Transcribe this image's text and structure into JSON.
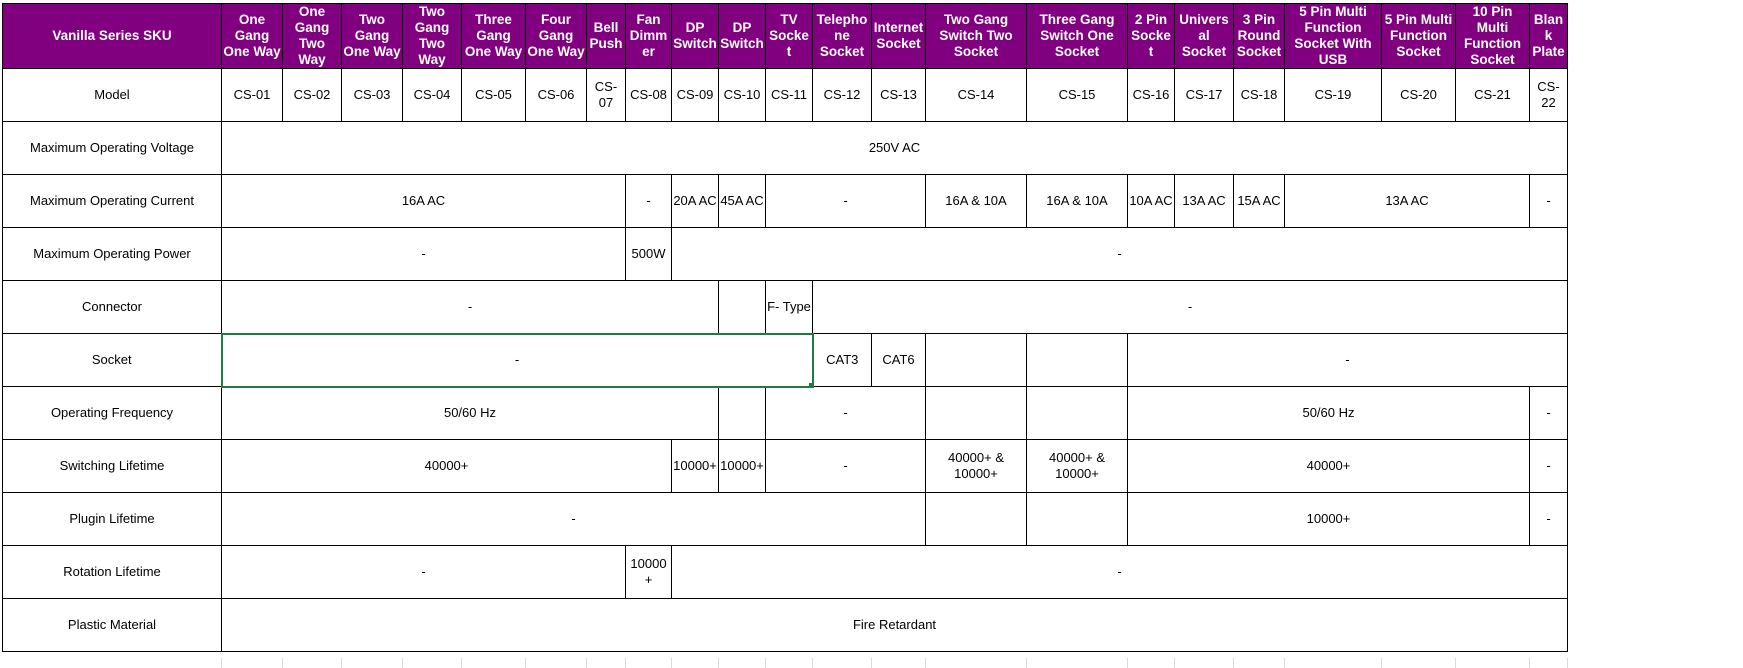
{
  "header": {
    "corner": "Vanilla Series SKU",
    "columns": [
      "One Gang One Way",
      "One Gang Two Way",
      "Two Gang One Way",
      "Two Gang Two Way",
      "Three Gang One Way",
      "Four Gang One Way",
      "Bell Push",
      "Fan Dimmer",
      "DP Switch",
      "DP Switch",
      "TV Socket",
      "Telephone Socket",
      "Internet Socket",
      "Two Gang Switch Two Socket",
      "Three Gang Switch One Socket",
      "2 Pin Socket",
      "Universal Socket",
      "3 Pin Round Socket",
      "5 Pin Multi Function Socket With USB",
      "5 Pin Multi Function Socket",
      "10 Pin Multi Function Socket",
      "Blank Plate"
    ]
  },
  "rows": [
    {
      "label": "Model",
      "cells": [
        {
          "text": "CS-01",
          "span": 1
        },
        {
          "text": "CS-02",
          "span": 1
        },
        {
          "text": "CS-03",
          "span": 1
        },
        {
          "text": "CS-04",
          "span": 1
        },
        {
          "text": "CS-05",
          "span": 1
        },
        {
          "text": "CS-06",
          "span": 1
        },
        {
          "text": "CS-07",
          "span": 1
        },
        {
          "text": "CS-08",
          "span": 1
        },
        {
          "text": "CS-09",
          "span": 1
        },
        {
          "text": "CS-10",
          "span": 1
        },
        {
          "text": "CS-11",
          "span": 1
        },
        {
          "text": "CS-12",
          "span": 1
        },
        {
          "text": "CS-13",
          "span": 1
        },
        {
          "text": "CS-14",
          "span": 1
        },
        {
          "text": "CS-15",
          "span": 1
        },
        {
          "text": "CS-16",
          "span": 1
        },
        {
          "text": "CS-17",
          "span": 1
        },
        {
          "text": "CS-18",
          "span": 1
        },
        {
          "text": "CS-19",
          "span": 1
        },
        {
          "text": "CS-20",
          "span": 1
        },
        {
          "text": "CS-21",
          "span": 1
        },
        {
          "text": "CS-22",
          "span": 1
        }
      ]
    },
    {
      "label": "Maximum Operating Voltage",
      "cells": [
        {
          "text": "250V AC",
          "span": 22
        }
      ]
    },
    {
      "label": "Maximum Operating Current",
      "cells": [
        {
          "text": "16A AC",
          "span": 7
        },
        {
          "text": "-",
          "span": 1
        },
        {
          "text": "20A AC",
          "span": 1
        },
        {
          "text": "45A AC",
          "span": 1
        },
        {
          "text": "-",
          "span": 3
        },
        {
          "text": "16A & 10A",
          "span": 1
        },
        {
          "text": "16A & 10A",
          "span": 1
        },
        {
          "text": "10A AC",
          "span": 1
        },
        {
          "text": "13A AC",
          "span": 1
        },
        {
          "text": "15A AC",
          "span": 1
        },
        {
          "text": "13A AC",
          "span": 3
        },
        {
          "text": "-",
          "span": 1
        }
      ]
    },
    {
      "label": "Maximum Operating Power",
      "cells": [
        {
          "text": "-",
          "span": 7
        },
        {
          "text": "500W",
          "span": 1
        },
        {
          "text": "-",
          "span": 14
        }
      ]
    },
    {
      "label": "Connector",
      "cells": [
        {
          "text": "-",
          "span": 9
        },
        {
          "text": "",
          "span": 1
        },
        {
          "text": "F- Type",
          "span": 1
        },
        {
          "text": "-",
          "span": 11
        }
      ]
    },
    {
      "label": "Socket",
      "selected_first": true,
      "cells": [
        {
          "text": "-",
          "span": 11
        },
        {
          "text": "CAT3",
          "span": 1
        },
        {
          "text": "CAT6",
          "span": 1
        },
        {
          "text": "",
          "span": 1
        },
        {
          "text": "",
          "span": 1
        },
        {
          "text": "-",
          "span": 7
        }
      ]
    },
    {
      "label": "Operating Frequency",
      "cells": [
        {
          "text": "50/60 Hz",
          "span": 9
        },
        {
          "text": "",
          "span": 1
        },
        {
          "text": "-",
          "span": 3
        },
        {
          "text": "",
          "span": 1
        },
        {
          "text": "",
          "span": 1
        },
        {
          "text": "50/60 Hz",
          "span": 6
        },
        {
          "text": "-",
          "span": 1
        }
      ]
    },
    {
      "label": "Switching Lifetime",
      "cells": [
        {
          "text": "40000+",
          "span": 8
        },
        {
          "text": "10000+",
          "span": 1
        },
        {
          "text": "10000+",
          "span": 1
        },
        {
          "text": "-",
          "span": 3
        },
        {
          "text": "40000+ & 10000+",
          "span": 1
        },
        {
          "text": "40000+ & 10000+",
          "span": 1
        },
        {
          "text": "40000+",
          "span": 6
        },
        {
          "text": "-",
          "span": 1
        }
      ]
    },
    {
      "label": "Plugin Lifetime",
      "cells": [
        {
          "text": "-",
          "span": 13
        },
        {
          "text": "",
          "span": 1
        },
        {
          "text": "",
          "span": 1
        },
        {
          "text": "10000+",
          "span": 6
        },
        {
          "text": "-",
          "span": 1
        }
      ]
    },
    {
      "label": "Rotation Lifetime",
      "cells": [
        {
          "text": "-",
          "span": 7
        },
        {
          "text": "10000+",
          "span": 1
        },
        {
          "text": "-",
          "span": 14
        }
      ]
    },
    {
      "label": "Plastic Material",
      "cells": [
        {
          "text": "Fire Retardant",
          "span": 22
        }
      ]
    }
  ]
}
